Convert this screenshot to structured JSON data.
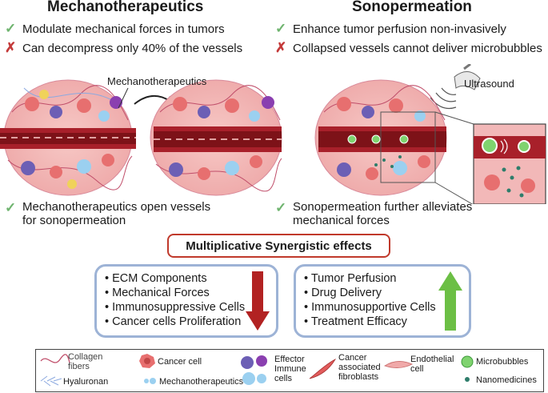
{
  "left": {
    "title": "Mechanotherapeutics",
    "pro": "Modulate mechanical forces in tumors",
    "con": "Can decompress only 40% of the vessels",
    "arrow_label": "Mechanotherapeutics",
    "result_line1": "Mechanotherapeutics open vessels",
    "result_line2": "for sonopermeation"
  },
  "right": {
    "title": "Sonopermeation",
    "pro": "Enhance tumor perfusion non-invasively",
    "con": "Collapsed vessels cannot deliver microbubbles",
    "ultrasound_label": "Ultrasound",
    "result_line1": "Sonopermeation further alleviates",
    "result_line2": "mechanical forces"
  },
  "synergy": {
    "title": "Multiplicative Synergistic effects",
    "decrease": [
      "ECM Components",
      "Mechanical Forces",
      "Immunosuppressive Cells",
      "Cancer cells Proliferation"
    ],
    "increase": [
      "Tumor Perfusion",
      "Drug Delivery",
      "Immunosupportive Cells",
      "Treatment Efficacy"
    ],
    "bullet": "•"
  },
  "legend": {
    "collagen_1": "Collagen",
    "collagen_2": "fibers",
    "hyaluronan": "Hyaluronan",
    "cancer_cell": "Cancer cell",
    "mechanotherapeutics": "Mechanotherapeutics",
    "effector_1": "Effector",
    "effector_2": "Immune",
    "effector_3": "cells",
    "caf_1": "Cancer",
    "caf_2": "associated",
    "caf_3": "fibroblasts",
    "endothelial_1": "Endothelial",
    "endothelial_2": "cell",
    "microbubbles": "Microbubbles",
    "nanomedicines": "Nanomedicines"
  },
  "icons": {
    "check": "✓",
    "cross": "✗"
  },
  "colors": {
    "check": "#6fb46f",
    "cross": "#c43a3a",
    "down_arrow": "#b22222",
    "up_arrow": "#6cbf45",
    "box_border": "#9db3d6",
    "vessel": "#a8202a",
    "tumor_pink": "#f2b8b8"
  }
}
